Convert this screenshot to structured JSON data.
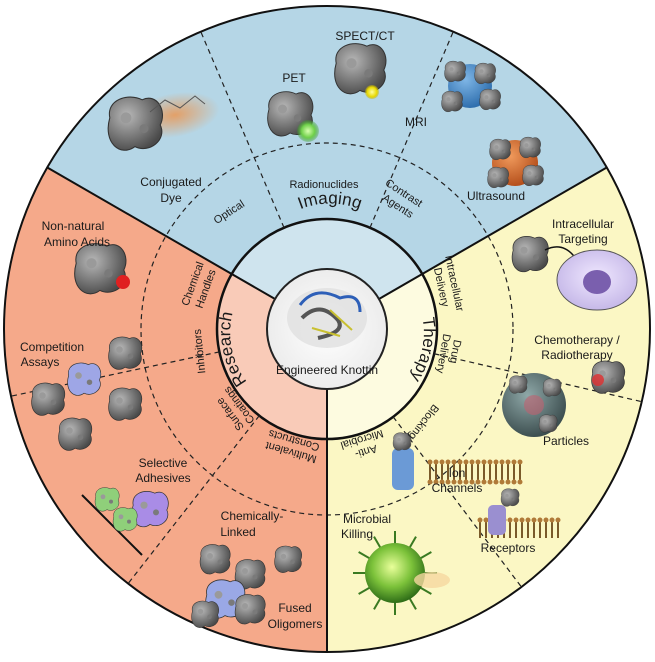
{
  "center": {
    "label": "Engineered Knottin"
  },
  "sectors": {
    "imaging": {
      "title": "Imaging",
      "color": "#b5d6e6"
    },
    "therapy": {
      "title": "Therapy",
      "color": "#fbf7c4"
    },
    "research": {
      "title": "Research",
      "color": "#f5a98a"
    }
  },
  "ring_labels": {
    "optical": "Optical",
    "radionuclides": "Radionuclides",
    "contrast_1": "Contrast",
    "contrast_2": "Agents",
    "intracellular_1": "Intracellular",
    "intracellular_2": "Delivery",
    "drug_1": "Drug",
    "drug_2": "Delivery",
    "blocking": "Blocking",
    "antimicrobial_1": "Anti-",
    "antimicrobial_2": "Microbial",
    "multivalent_1": "Multivalent",
    "multivalent_2": "Constructs",
    "surface_1": "Surface",
    "surface_2": "Coatings",
    "inhibitors": "Inhibitors",
    "chemical_1": "Chemical",
    "chemical_2": "Handles"
  },
  "outer_labels": {
    "conjugated_1": "Conjugated",
    "conjugated_2": "Dye",
    "pet": "PET",
    "spect": "SPECT/CT",
    "mri": "MRI",
    "ultrasound": "Ultrasound",
    "intracellular_1": "Intracellular",
    "intracellular_2": "Targeting",
    "chemo_1": "Chemotherapy /",
    "chemo_2": "Radiotherapy",
    "particles": "Particles",
    "ion_1": "Ion",
    "ion_2": "Channels",
    "receptors": "Receptors",
    "microbial_1": "Microbial",
    "microbial_2": "Killing",
    "fused_1": "Fused",
    "fused_2": "Oligomers",
    "chemlinked_1": "Chemically-",
    "chemlinked_2": "Linked",
    "selective_1": "Selective",
    "selective_2": "Adhesives",
    "competition_1": "Competition",
    "competition_2": "Assays",
    "nonnatural_1": "Non-natural",
    "nonnatural_2": "Amino Acids"
  }
}
